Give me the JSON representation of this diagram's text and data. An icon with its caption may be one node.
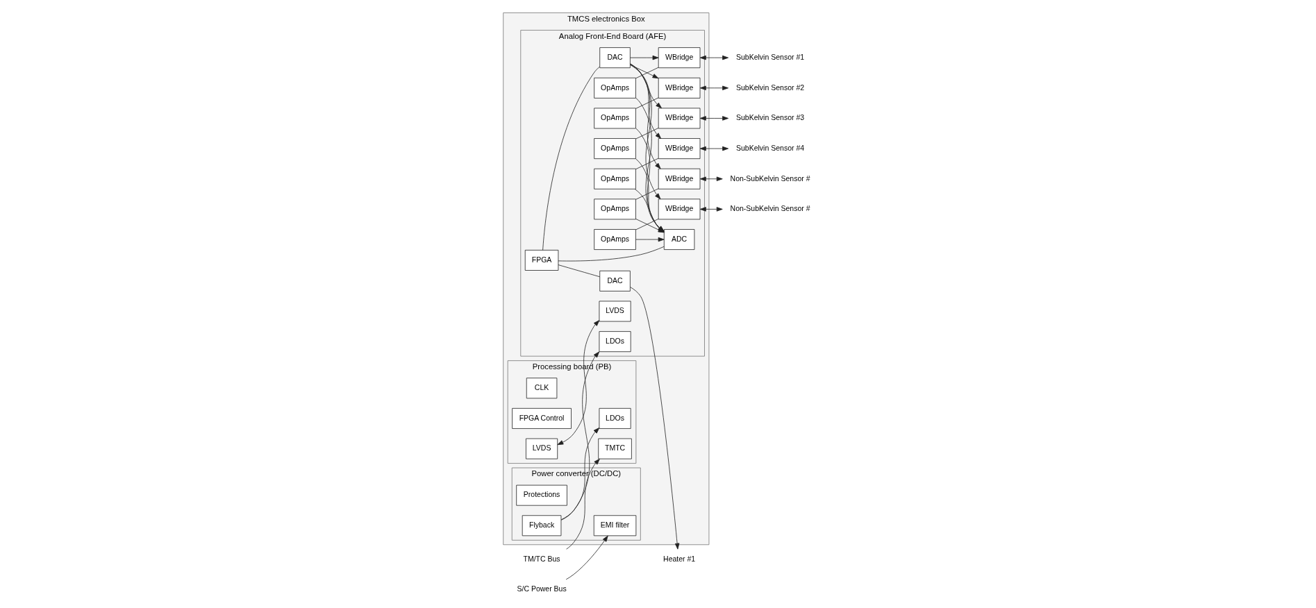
{
  "diagram": {
    "nodes": [
      {
        "text": [
          "TMCS electronics Box"
        ]
      },
      {
        "text": [
          "Power converter (DC/DC)"
        ],
        "in": 0
      },
      {
        "text": [
          "EMI filter"
        ],
        "in": 1
      },
      {
        "text": [
          "Protections"
        ],
        "in": 1
      },
      {
        "text": [
          "Flyback"
        ],
        "in": 1
      },
      {
        "text": [
          "Processing board (PB)"
        ],
        "in": 0
      },
      {
        "text": [
          "LDOs"
        ],
        "in": 5
      },
      {
        "text": [
          "TMTC"
        ],
        "in": 5
      },
      {
        "text": [
          "CLK"
        ],
        "in": 5
      },
      {
        "text": [
          "FPGA Control"
        ],
        "in": 5
      },
      {
        "text": [
          "LVDS"
        ],
        "in": 5
      },
      {
        "text": [
          "Analog Front-End Board (AFE)"
        ],
        "in": 0
      },
      {
        "text": [
          "LDOs"
        ],
        "in": 11
      },
      {
        "text": [
          "OpAmps"
        ],
        "in": 11
      },
      {
        "text": [
          "WBridge"
        ],
        "in": 11
      },
      {
        "text": [
          "OpAmps"
        ],
        "in": 11
      },
      {
        "text": [
          "WBridge"
        ],
        "in": 11
      },
      {
        "text": [
          "OpAmps"
        ],
        "in": 11
      },
      {
        "text": [
          "WBridge"
        ],
        "in": 11
      },
      {
        "text": [
          "OpAmps"
        ],
        "in": 11
      },
      {
        "text": [
          "WBridge"
        ],
        "in": 11
      },
      {
        "text": [
          "OpAmps"
        ],
        "in": 11
      },
      {
        "text": [
          "WBridge"
        ],
        "in": 11
      },
      {
        "text": [
          "OpAmps"
        ],
        "in": 11
      },
      {
        "text": [
          "WBridge"
        ],
        "in": 11
      },
      {
        "text": [
          "ADC"
        ],
        "in": 11
      },
      {
        "text": [
          "LVDS"
        ],
        "in": 11
      },
      {
        "text": [
          "FPGA"
        ],
        "in": 11
      },
      {
        "text": [
          "DAC"
        ],
        "in": 11
      },
      {
        "text": [
          "DAC"
        ],
        "in": 11
      },
      {
        "text": [
          "S/C Power Bus"
        ]
      },
      {
        "text": [
          "TM/TC Bus"
        ]
      },
      {
        "text": [
          "SubKelvin Sensor #1"
        ]
      },
      {
        "text": [
          "SubKelvin Sensor #2"
        ]
      },
      {
        "text": [
          "SubKelvin Sensor #3"
        ]
      },
      {
        "text": [
          "SubKelvin Sensor #4"
        ]
      },
      {
        "text": [
          "Non-SubKelvin Sensor #"
        ]
      },
      {
        "text": [
          "Non-SubKelvin Sensor #"
        ]
      },
      {
        "text": [
          "Heater #1"
        ]
      }
    ],
    "edges": [
      {
        "from": 30,
        "to": 2,
        "arrow": "to"
      },
      {
        "from": 31,
        "to": 7,
        "arrow": "to"
      },
      {
        "from": 4,
        "to": 12,
        "arrow": "to"
      },
      {
        "from": 4,
        "to": 6,
        "arrow": "to"
      },
      {
        "from": 10,
        "to": 26,
        "arrow": "both"
      },
      {
        "from": 13,
        "to": 25,
        "arrow": "to"
      },
      {
        "from": 15,
        "to": 25,
        "arrow": "to"
      },
      {
        "from": 17,
        "to": 25,
        "arrow": "to"
      },
      {
        "from": 19,
        "to": 25,
        "arrow": "to"
      },
      {
        "from": 21,
        "to": 25,
        "arrow": "to"
      },
      {
        "from": 23,
        "to": 25,
        "arrow": "to"
      },
      {
        "from": 13,
        "to": 14,
        "arrow": "none"
      },
      {
        "from": 15,
        "to": 16,
        "arrow": "none"
      },
      {
        "from": 17,
        "to": 18,
        "arrow": "none"
      },
      {
        "from": 19,
        "to": 20,
        "arrow": "none"
      },
      {
        "from": 21,
        "to": 22,
        "arrow": "none"
      },
      {
        "from": 23,
        "to": 24,
        "arrow": "none"
      },
      {
        "from": 14,
        "to": 32,
        "arrow": "both"
      },
      {
        "from": 16,
        "to": 33,
        "arrow": "both"
      },
      {
        "from": 18,
        "to": 34,
        "arrow": "both"
      },
      {
        "from": 20,
        "to": 35,
        "arrow": "both"
      },
      {
        "from": 22,
        "to": 36,
        "arrow": "both"
      },
      {
        "from": 24,
        "to": 37,
        "arrow": "both"
      },
      {
        "from": 27,
        "to": 25,
        "arrow": "none"
      },
      {
        "from": 27,
        "to": 28,
        "arrow": "none"
      },
      {
        "from": 27,
        "to": 29,
        "arrow": "none"
      },
      {
        "from": 28,
        "to": 14,
        "arrow": "to"
      },
      {
        "from": 28,
        "to": 16,
        "arrow": "to"
      },
      {
        "from": 28,
        "to": 18,
        "arrow": "to"
      },
      {
        "from": 28,
        "to": 20,
        "arrow": "to"
      },
      {
        "from": 28,
        "to": 22,
        "arrow": "to"
      },
      {
        "from": 28,
        "to": 24,
        "arrow": "to"
      },
      {
        "from": 29,
        "to": 38,
        "arrow": "to"
      }
    ]
  }
}
